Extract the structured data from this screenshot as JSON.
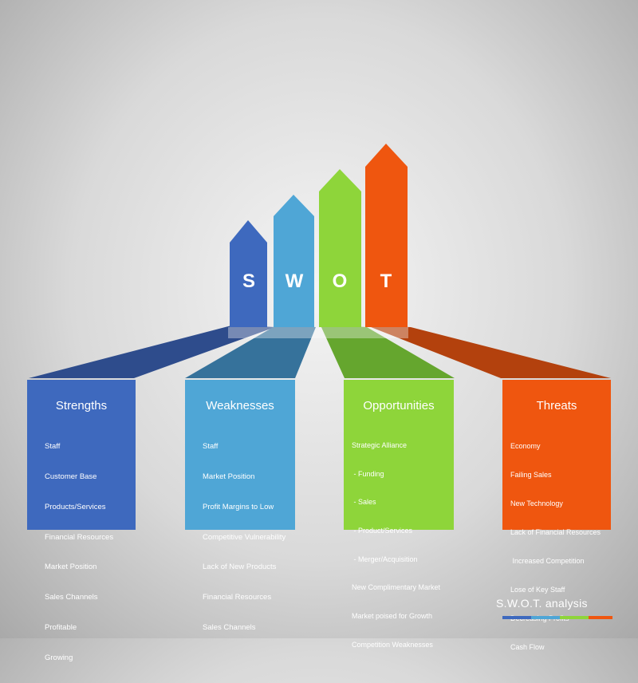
{
  "letters": [
    "S",
    "W",
    "O",
    "T"
  ],
  "colors": {
    "strengths": "#3e69be",
    "weaknesses": "#4fa6d6",
    "opportunities": "#8ed53a",
    "threats": "#ef560f"
  },
  "cards": [
    {
      "title": "Strengths",
      "items": [
        "Staff",
        "Customer Base",
        "Products/Services",
        "Financial Resources",
        "Market Position",
        "Sales Channels",
        "Profitable",
        "Growing"
      ]
    },
    {
      "title": "Weaknesses",
      "items": [
        "Staff",
        "Market Position",
        "Profit Margins to Low",
        "Competitive Vulnerability",
        "Lack of New Products",
        "Financial Resources",
        "Sales Channels"
      ]
    },
    {
      "title": "Opportunities",
      "items": [
        "Strategic Alliance",
        " - Funding",
        " - Sales",
        " - Product/Services",
        " - Merger/Acquisition",
        "New Complimentary Market",
        "Market poised for Growth",
        "Competition Weaknesses"
      ]
    },
    {
      "title": "Threats",
      "items": [
        "Economy",
        "Failing Sales",
        "New Technology",
        "Lack of Financial Resources",
        " Increased Competition",
        "Lose of Key Staff",
        "Decreasing Profits",
        "Cash Flow"
      ]
    }
  ],
  "footer": {
    "title": "S.W.O.T.  analysis"
  }
}
